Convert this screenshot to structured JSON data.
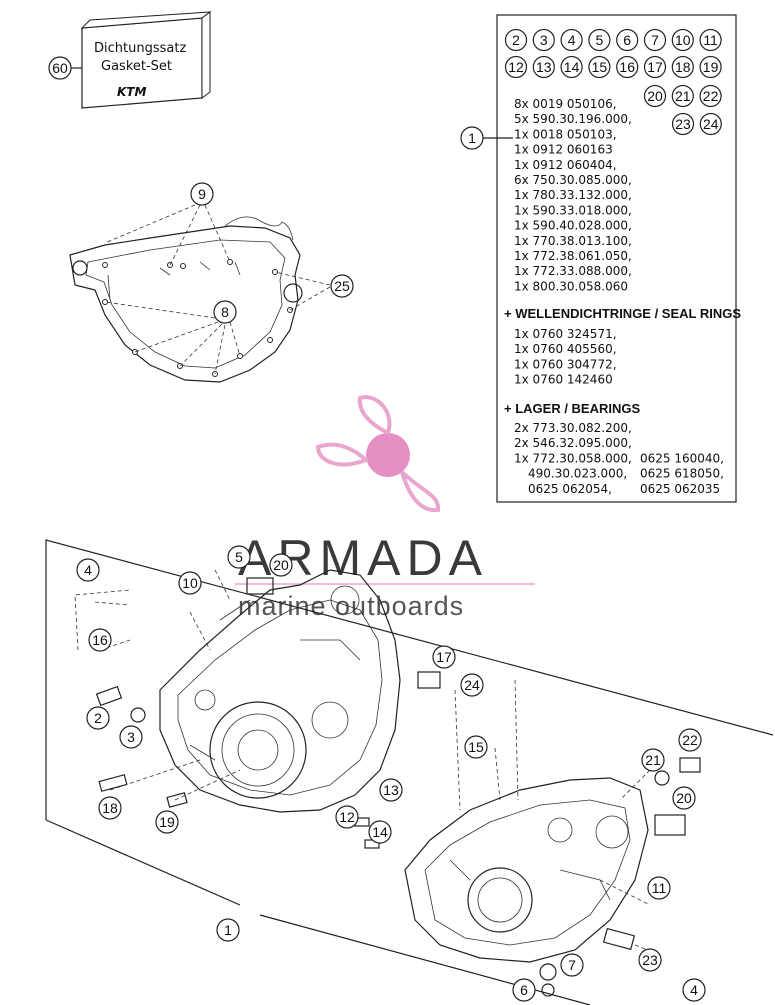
{
  "gasket_box": {
    "callout": "60",
    "line1": "Dichtungssatz",
    "line2": "Gasket-Set",
    "logo": "KTM"
  },
  "kit_box": {
    "callout_main": "1",
    "callouts_row1": [
      "2",
      "3",
      "4",
      "5",
      "6",
      "7",
      "10",
      "11"
    ],
    "callouts_row2": [
      "12",
      "13",
      "14",
      "15",
      "16",
      "17",
      "18",
      "19"
    ],
    "callouts_row3": [
      "20",
      "21",
      "22"
    ],
    "callouts_row4": [
      "23",
      "24"
    ],
    "parts": [
      "8x 0019 050106,",
      "5x 590.30.196.000,",
      "1x 0018 050103,",
      "1x 0912 060163",
      "1x 0912 060404,",
      "6x 750.30.085.000,",
      "1x 780.33.132.000,",
      "1x 590.33.018.000,",
      "1x 590.40.028.000,",
      "1x 770.38.013.100,",
      "1x 772.38.061.050,",
      "1x 772.33.088.000,",
      "1x 800.30.058.060"
    ],
    "seal_heading": "+ WELLENDICHTRINGE / SEAL RINGS",
    "seals": [
      "1x 0760 324571,",
      "1x 0760 405560,",
      "1x 0760 304772,",
      "1x 0760 142460"
    ],
    "bearing_heading": "+ LAGER / BEARINGS",
    "bearings_left": [
      "2x 773.30.082.200,",
      "2x 546.32.095.000,",
      "1x 772.30.058.000,",
      "490.30.023.000,",
      "0625 062054,"
    ],
    "bearings_right": [
      "0625 160040,",
      "0625 618050,",
      "0625 062035"
    ]
  },
  "gasket_callouts": [
    "9",
    "8",
    "25"
  ],
  "crankcase_callouts": [
    "4",
    "5",
    "20",
    "10",
    "16",
    "2",
    "3",
    "18",
    "19",
    "17",
    "24",
    "15",
    "22",
    "21",
    "20",
    "13",
    "12",
    "14",
    "11",
    "1",
    "23",
    "7",
    "6",
    "4"
  ],
  "watermark": {
    "brand": "ARMADA",
    "tagline": "marine outboards",
    "brand_color": "#e9a6cf",
    "center_color": "#e58fc4"
  }
}
